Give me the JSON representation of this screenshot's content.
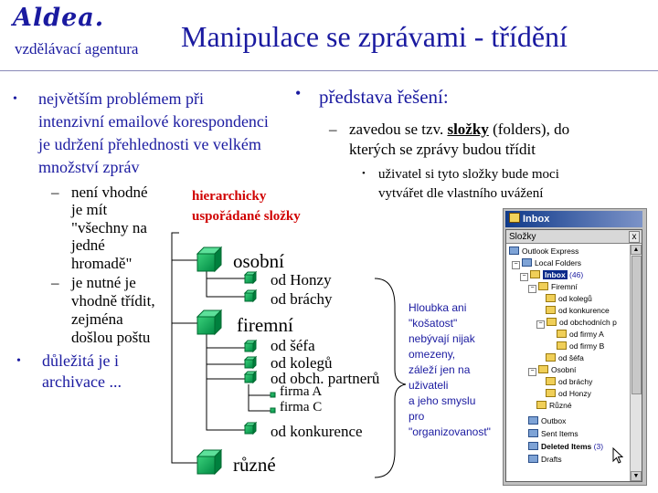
{
  "header": {
    "logo": "Aldea.",
    "subtitle": "vzdělávací agentura",
    "title": "Manipulace se zprávami - třídění"
  },
  "left_column": {
    "bullet1_lines": [
      "největším problémem při",
      "intenzivní emailové korespondenci",
      "je udržení přehlednosti ve velkém",
      "množství zpráv"
    ],
    "sub1_lines": [
      "není vhodné",
      "je mít",
      "\"všechny na",
      "jedné",
      "hromadě\""
    ],
    "sub2_lines": [
      "je nutné je",
      "vhodně třídit,",
      "zejména",
      "došlou poštu"
    ],
    "bullet2_lines": [
      "důležitá je i",
      "archivace ..."
    ]
  },
  "right_column": {
    "bullet": "představa řešení:",
    "sub_prefix": "zavedou se tzv.",
    "sub_key": "složky",
    "sub_suffix": "(folders), do",
    "sub_line2": "kterých se zprávy budou třídit",
    "subsub_lines": [
      "uživatel si tyto složky bude moci",
      "vytvářet dle vlastního uvážení"
    ]
  },
  "diagram": {
    "heading_lines": [
      "hierarchicky",
      "uspořádané složky"
    ],
    "level1": [
      "osobní",
      "firemní",
      "různé"
    ],
    "osobni_children": [
      "od Honzy",
      "od bráchy"
    ],
    "firemni_children": [
      "od šéfa",
      "od kolegů",
      "od obch. partnerů",
      "od konkurence"
    ],
    "partner_children": [
      "firma A",
      "firma C"
    ],
    "note_lines": [
      "Hloubka ani",
      "\"košatost\"",
      "nebývají nijak",
      "omezeny,",
      "záleží jen na",
      "uživateli",
      "a jeho smyslu",
      "pro",
      "\"organizovanost\""
    ]
  },
  "outlook": {
    "window_title": "Inbox",
    "pane_title": "Složky",
    "close_symbol": "x",
    "folders": [
      {
        "label": "Outlook Express",
        "count": ""
      },
      {
        "label": "Local Folders",
        "count": ""
      },
      {
        "label": "Inbox",
        "count": "(46)"
      },
      {
        "label": "Firemní",
        "count": ""
      },
      {
        "label": "od kolegů",
        "count": ""
      },
      {
        "label": "od konkurence",
        "count": ""
      },
      {
        "label": "od obchodních p",
        "count": ""
      },
      {
        "label": "od firmy A",
        "count": ""
      },
      {
        "label": "od firmy B",
        "count": ""
      },
      {
        "label": "od šéfa",
        "count": ""
      },
      {
        "label": "Osobní",
        "count": ""
      },
      {
        "label": "od bráchy",
        "count": ""
      },
      {
        "label": "od Honzy",
        "count": ""
      },
      {
        "label": "Různé",
        "count": ""
      },
      {
        "label": "Outbox",
        "count": ""
      },
      {
        "label": "Sent Items",
        "count": ""
      },
      {
        "label": "Deleted Items",
        "count": "(3)"
      },
      {
        "label": "Drafts",
        "count": ""
      }
    ]
  },
  "colors": {
    "title_blue": "#1a1aa0",
    "heading_red": "#d00000",
    "cube_green": "#00b060",
    "selection_navy": "#0a2a8a"
  }
}
